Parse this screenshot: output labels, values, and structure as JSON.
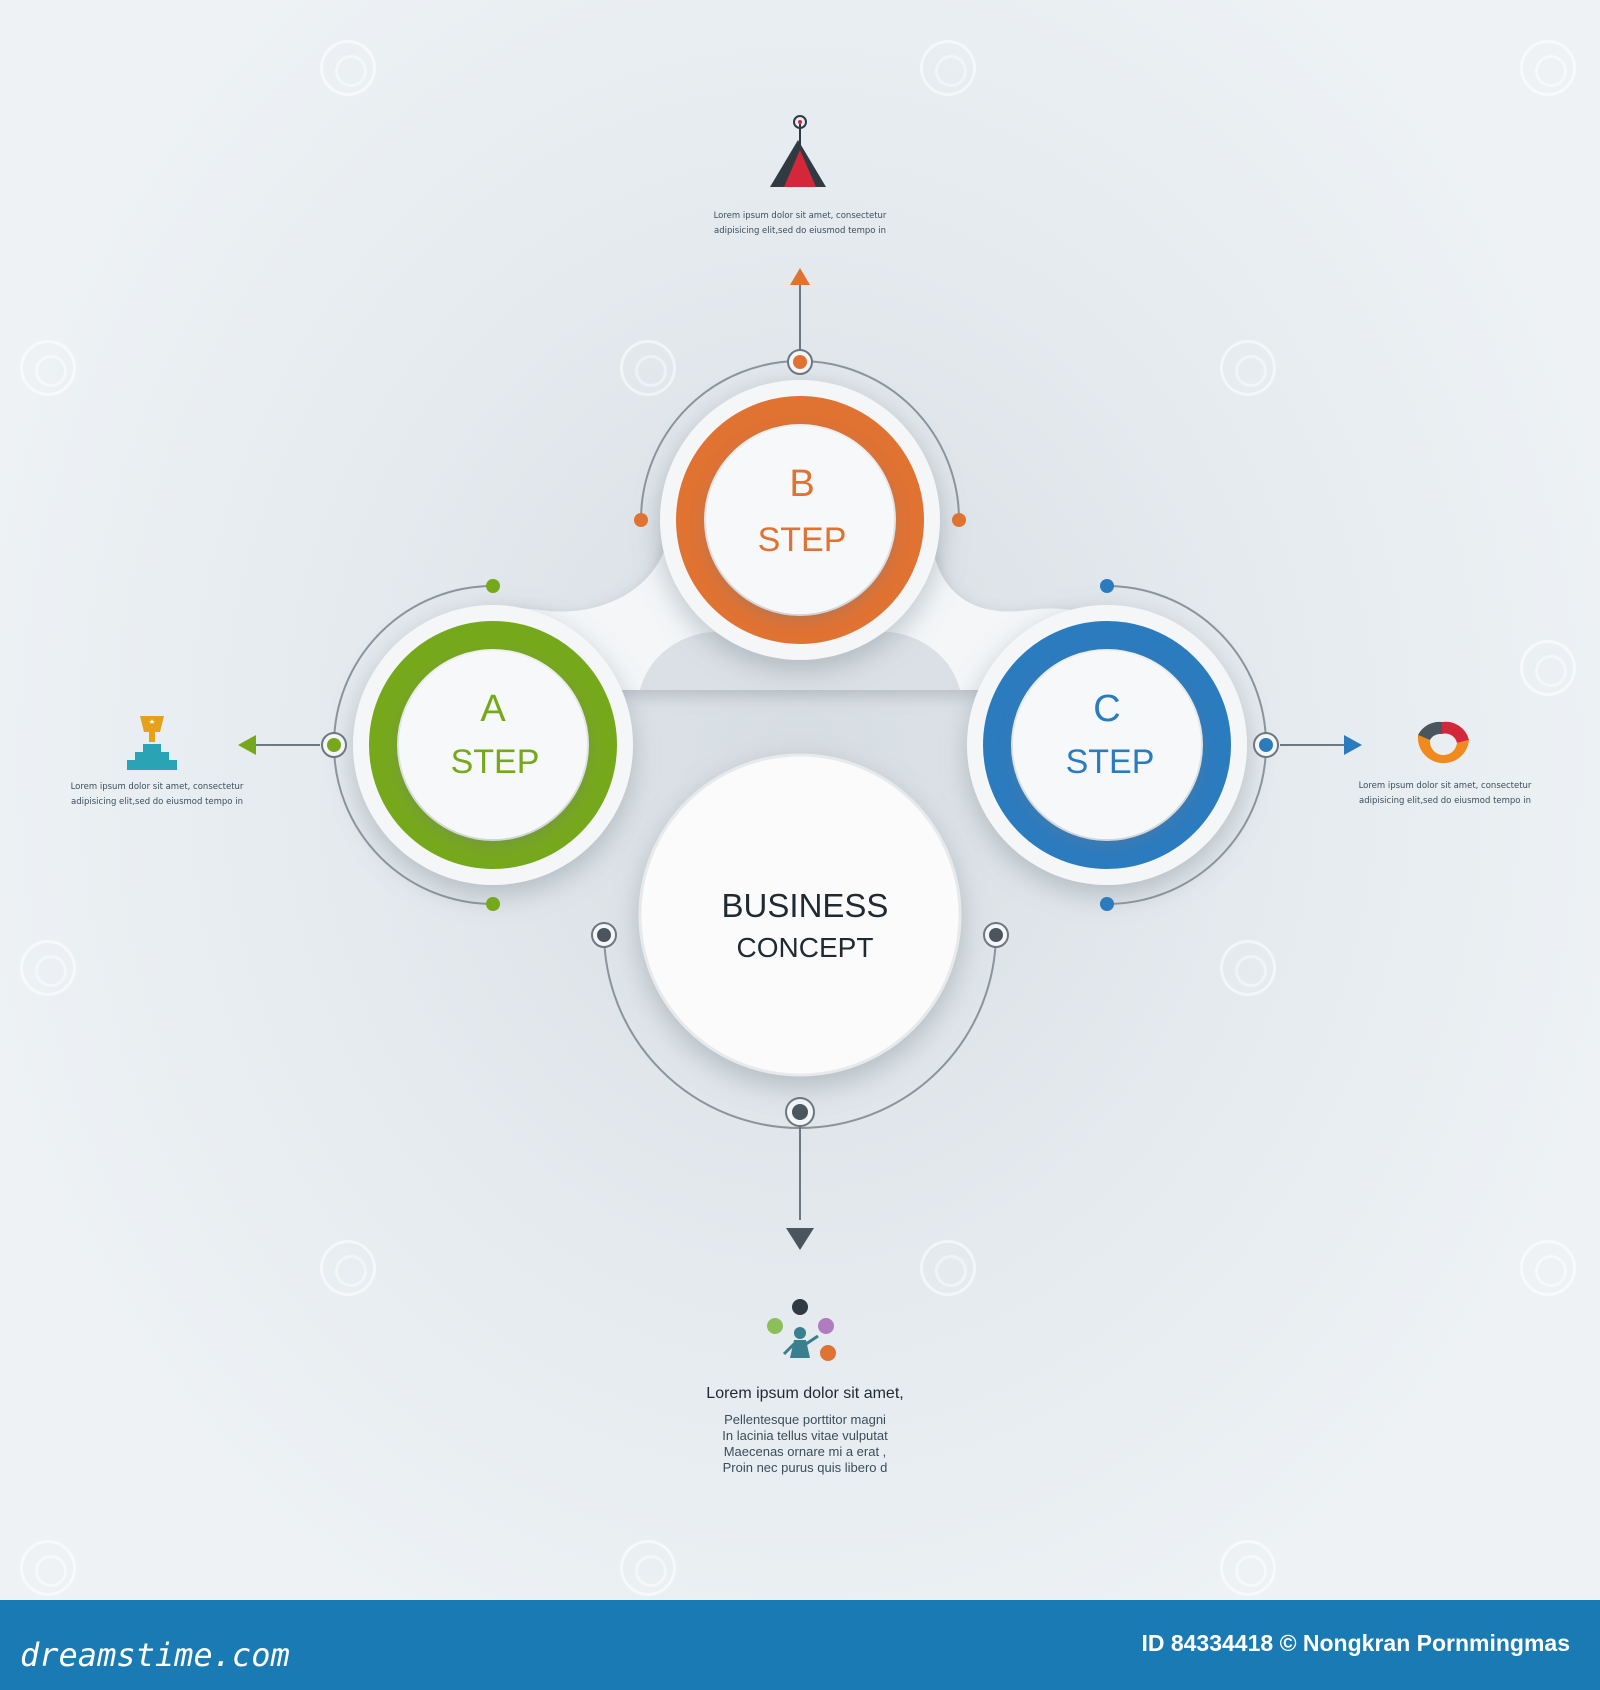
{
  "diagram": {
    "center": {
      "title": "BUSINESS",
      "subtitle": "CONCEPT"
    },
    "steps": [
      {
        "letter": "A",
        "label": "STEP",
        "color": "#76a81c"
      },
      {
        "letter": "B",
        "label": "STEP",
        "color": "#e07232"
      },
      {
        "letter": "C",
        "label": "STEP",
        "color": "#2b7bbf"
      }
    ],
    "notes": {
      "top": {
        "line1": "Lorem ipsum dolor sit amet, consectetur",
        "line2": "adipisicing elit,sed do eiusmod tempo in",
        "icon": "mountain-peak-icon"
      },
      "left": {
        "line1": "Lorem ipsum dolor sit amet, consectetur",
        "line2": "adipisicing elit,sed do eiusmod tempo in",
        "icon": "trophy-podium-icon"
      },
      "right": {
        "line1": "Lorem ipsum dolor sit amet, consectetur",
        "line2": "adipisicing elit,sed do eiusmod tempo in",
        "icon": "donut-chart-icon"
      },
      "bottom": {
        "heading": "Lorem ipsum dolor sit amet,",
        "lines": [
          "Pellentesque porttitor magni",
          "In lacinia tellus vitae vulputat",
          "Maecenas ornare mi a erat ,",
          "Proin nec purus quis libero d"
        ],
        "icon": "businessman-juggling-icon"
      }
    },
    "colors": {
      "center": "#5b6770",
      "text_dark": "#1f2a33"
    }
  },
  "footer": {
    "logo": "dreamstime.com",
    "credit": "ID 84334418 © Nongkran Pornmingmas",
    "background": "#1a7ab3"
  }
}
